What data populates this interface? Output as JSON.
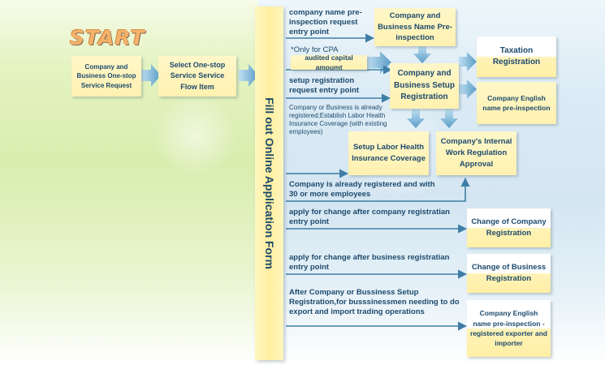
{
  "start_label": "START",
  "vertical_bar_label": "Fill out Online Application Form",
  "left_boxes": [
    "Company and Business One-stop Service Request",
    "Select One-stop Service Service Flow Item"
  ],
  "entry_labels": {
    "name_pre_inspection": "company name pre-inspection request entry point",
    "only_for_cpa": "*Only for CPA",
    "setup_registration": "setup registration request entry point",
    "already_registered_labor": "Company or Business is already registered;Establish Labor Health Insurance Coverage (with existing employees)",
    "thirty_employees": "Company is already registered and with 30 or more employees",
    "change_company": "apply for change after company registratian entry point",
    "change_business": "apply for change after business registratian entry point",
    "export_import": "After Company or Bussiness Setup Registration,for busssinessmen needing to do export and import trading operations"
  },
  "boxes": {
    "name_pre_inspection": "Company and Business Name Pre-inspection",
    "audited_capital": "audited capital amoumt",
    "setup_registration": "Company and Business Setup Registration",
    "taxation_registration": "Taxation Registration",
    "english_name": "Company English name pre-inspection",
    "labor_health": "Setup Labor Health Insurance Coverage",
    "work_regulation": "Company's Internal Work Regulation Approval",
    "change_company": "Change of Company Registration",
    "change_business": "Change of Business Registration",
    "exporter_importer": "Company English name pre-inspection - registered exporter and importer"
  },
  "colors": {
    "text": "#1d4a6d",
    "arrow": "#3f7ea6",
    "box_fill": "#fff1b0",
    "start_orange": "#f5b26a"
  }
}
